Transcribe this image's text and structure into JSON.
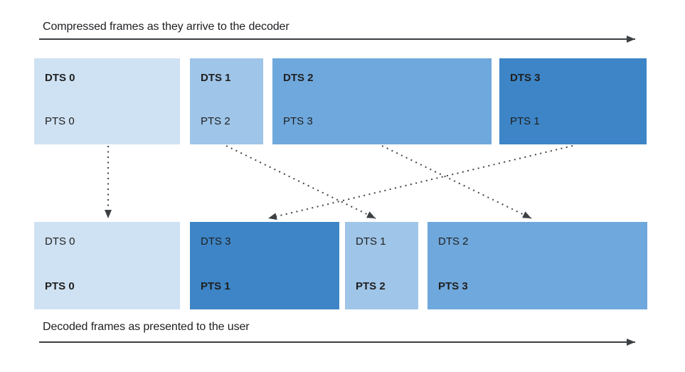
{
  "diagram": {
    "top_timeline_label": "Compressed frames as they arrive to the decoder",
    "bottom_timeline_label": "Decoded frames as presented to the user"
  },
  "colors": {
    "frame_lightest": "#cfe2f3",
    "frame_light": "#9fc5e8",
    "frame_medium": "#6fa8dc",
    "frame_dark": "#3d85c6",
    "arrow": "#3c4043",
    "connector": "#434343",
    "text": "#1f1f1f"
  },
  "compressed_frames": [
    {
      "dts": "DTS 0",
      "pts": "PTS 0",
      "color": "#cfe2f3"
    },
    {
      "dts": "DTS 1",
      "pts": "PTS 2",
      "color": "#9fc5e8"
    },
    {
      "dts": "DTS 2",
      "pts": "PTS 3",
      "color": "#6fa8dc"
    },
    {
      "dts": "DTS 3",
      "pts": "PTS 1",
      "color": "#3d85c6"
    }
  ],
  "decoded_frames": [
    {
      "dts": "DTS 0",
      "pts": "PTS 0",
      "color": "#cfe2f3"
    },
    {
      "dts": "DTS 3",
      "pts": "PTS 1",
      "color": "#3d85c6"
    },
    {
      "dts": "DTS 1",
      "pts": "PTS 2",
      "color": "#9fc5e8"
    },
    {
      "dts": "DTS 2",
      "pts": "PTS 3",
      "color": "#6fa8dc"
    }
  ]
}
